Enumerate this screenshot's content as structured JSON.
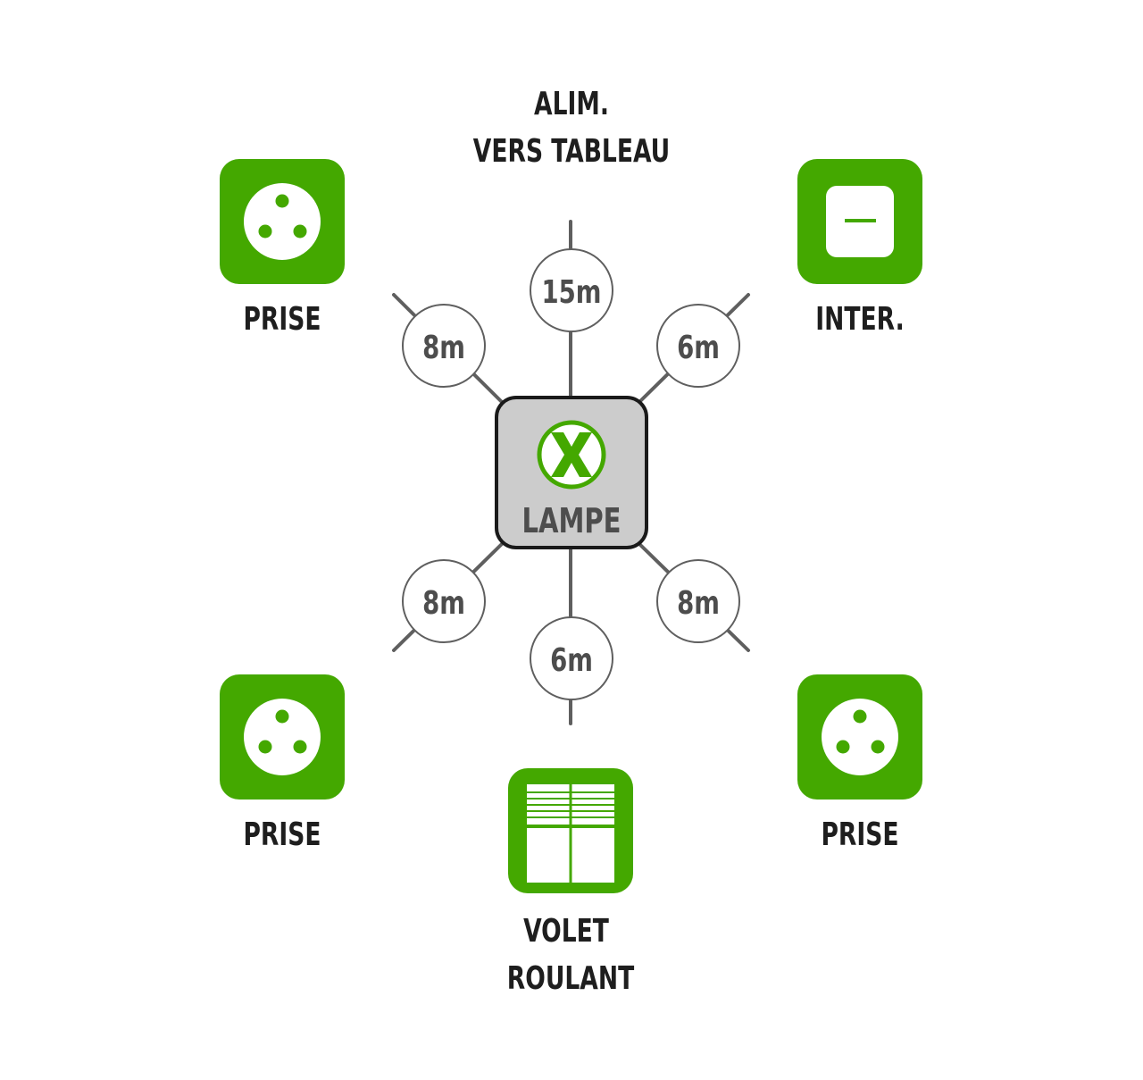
{
  "supply": {
    "line1": "ALIM.",
    "line2": "VERS TABLEAU"
  },
  "center": {
    "label": "LAMPE",
    "icon": "lamp-cross-icon"
  },
  "distances": {
    "top": "15m",
    "top_left": "8m",
    "top_right": "6m",
    "bottom_left": "8m",
    "bottom_right": "8m",
    "bottom": "6m"
  },
  "devices": {
    "top_left": {
      "label": "PRISE",
      "icon": "outlet-icon"
    },
    "top_right": {
      "label": "INTER.",
      "icon": "switch-icon"
    },
    "bottom_left": {
      "label": "PRISE",
      "icon": "outlet-icon"
    },
    "bottom_right": {
      "label": "PRISE",
      "icon": "outlet-icon"
    },
    "bottom": {
      "label1": "VOLET",
      "label2": "ROULANT",
      "icon": "roller-shutter-icon"
    }
  },
  "colors": {
    "green": "#44a800",
    "line": "#5f5f5f",
    "node_fill": "#cccccc",
    "text": "#1e1e1e"
  }
}
